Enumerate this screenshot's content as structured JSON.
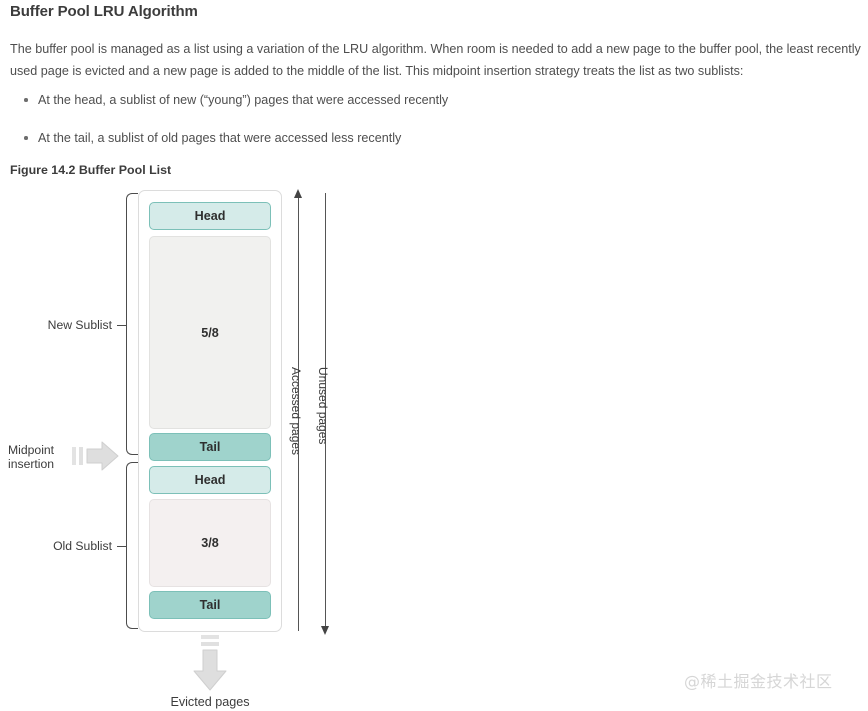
{
  "document": {
    "title": "Buffer Pool LRU Algorithm",
    "paragraph": "The buffer pool is managed as a list using a variation of the LRU algorithm. When room is needed to add a new page to the buffer pool, the least recently used page is evicted and a new page is added to the middle of the list. This midpoint insertion strategy treats the list as two sublists:",
    "bullets": [
      "At the head, a sublist of new (“young”) pages that were accessed recently",
      "At the tail, a sublist of old pages that were accessed less recently"
    ],
    "figure_caption": "Figure 14.2 Buffer Pool List"
  },
  "figure": {
    "new_sublist": {
      "label": "New Sublist",
      "head_label": "Head",
      "body_label": "5/8",
      "tail_label": "Tail"
    },
    "old_sublist": {
      "label": "Old Sublist",
      "head_label": "Head",
      "body_label": "3/8",
      "tail_label": "Tail"
    },
    "midpoint": {
      "line1": "Midpoint",
      "line2": "insertion"
    },
    "axes": {
      "accessed": "Accessed pages",
      "unused": "Unused pages"
    },
    "evicted": {
      "label": "Evicted pages"
    },
    "colors": {
      "teal_light": "#d5ebe9",
      "teal_dark": "#9fd3cc",
      "teal_border": "#7cc0b8",
      "body_gray": "#f1f1ef",
      "body_gray_old": "#f4f0f0",
      "arrow_gray": "#dcdcdc",
      "line_dark": "#4c4c4c"
    }
  },
  "watermark": {
    "text": "@稀土掘金技术社区"
  }
}
